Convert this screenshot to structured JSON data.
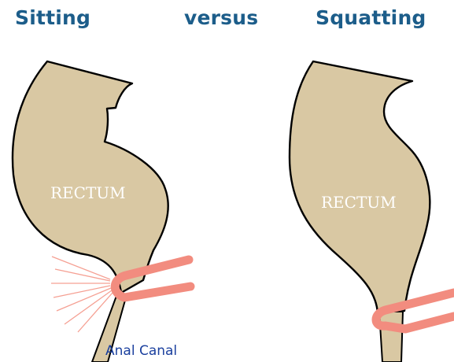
{
  "titles": {
    "left": "Sitting",
    "middle": "versus",
    "right": "Squatting"
  },
  "panels": {
    "sitting": {
      "rectum_label": "RECTUM",
      "canal_label": "Anal Canal"
    },
    "squatting": {
      "rectum_label": "RECTUM"
    }
  },
  "colors": {
    "title": "#1c5d8a",
    "rectum_fill": "#d9c8a3",
    "outline": "#000000",
    "muscle": "#f28c7f",
    "strain_lines": "#f5a093",
    "canal_label": "#1a3f9e",
    "background": "#ffffff"
  }
}
